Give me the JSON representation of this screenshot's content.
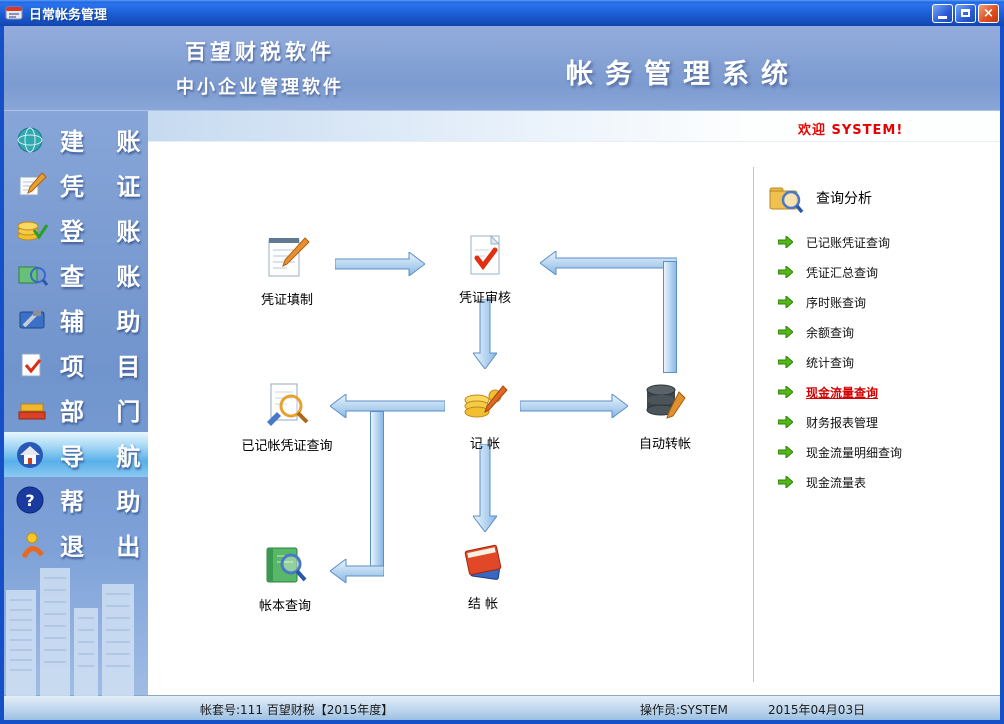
{
  "window": {
    "title": "日常帐务管理",
    "controls": {
      "minimize": "_",
      "maximize": "□",
      "close": "×"
    }
  },
  "header": {
    "brand_line1": "百望财税软件",
    "brand_line2": "中小企业管理软件",
    "system_title": "帐务管理系统"
  },
  "main": {
    "welcome": "欢迎 SYSTEM!"
  },
  "sidebar": {
    "items": [
      {
        "label": "建 账",
        "icon": "globe"
      },
      {
        "label": "凭 证",
        "icon": "notepad-pen"
      },
      {
        "label": "登 账",
        "icon": "coins-check"
      },
      {
        "label": "查 账",
        "icon": "book-magnifier"
      },
      {
        "label": "辅 助",
        "icon": "tools"
      },
      {
        "label": "项 目",
        "icon": "check-page"
      },
      {
        "label": "部 门",
        "icon": "books"
      },
      {
        "label": "导 航",
        "icon": "home",
        "active": true
      },
      {
        "label": "帮 助",
        "icon": "help"
      },
      {
        "label": "退 出",
        "icon": "exit-person"
      }
    ]
  },
  "flowchart": {
    "nodes": [
      {
        "label": "凭证填制",
        "icon": "notepad-pen"
      },
      {
        "label": "凭证审核",
        "icon": "document-check"
      },
      {
        "label": "已记帐凭证查询",
        "icon": "document-magnifier"
      },
      {
        "label": "记 帐",
        "icon": "coins-pen"
      },
      {
        "label": "自动转帐",
        "icon": "database-pen"
      },
      {
        "label": "帐本查询",
        "icon": "green-book-magnifier"
      },
      {
        "label": "结 帐",
        "icon": "red-book"
      }
    ]
  },
  "right_panel": {
    "title": "查询分析",
    "title_icon": "folder-magnifier",
    "links": [
      {
        "label": "已记账凭证查询"
      },
      {
        "label": "凭证汇总查询"
      },
      {
        "label": "序时账查询"
      },
      {
        "label": "余额查询"
      },
      {
        "label": "统计查询"
      },
      {
        "label": "现金流量查询",
        "active": true
      },
      {
        "label": "财务报表管理"
      },
      {
        "label": "现金流量明细查询"
      },
      {
        "label": "现金流量表"
      }
    ]
  },
  "statusbar": {
    "account": "帐套号:111 百望财税【2015年度】",
    "operator": "操作员:SYSTEM",
    "date": "2015年04月03日"
  },
  "colors": {
    "titlebar_blue": "#1b5ad0",
    "header_blue": "#7c9bd0",
    "welcome_red": "#e80000",
    "active_link_red": "#d40000",
    "arrow_blue": "#86b7e4",
    "link_arrow_green": "#55b818"
  }
}
